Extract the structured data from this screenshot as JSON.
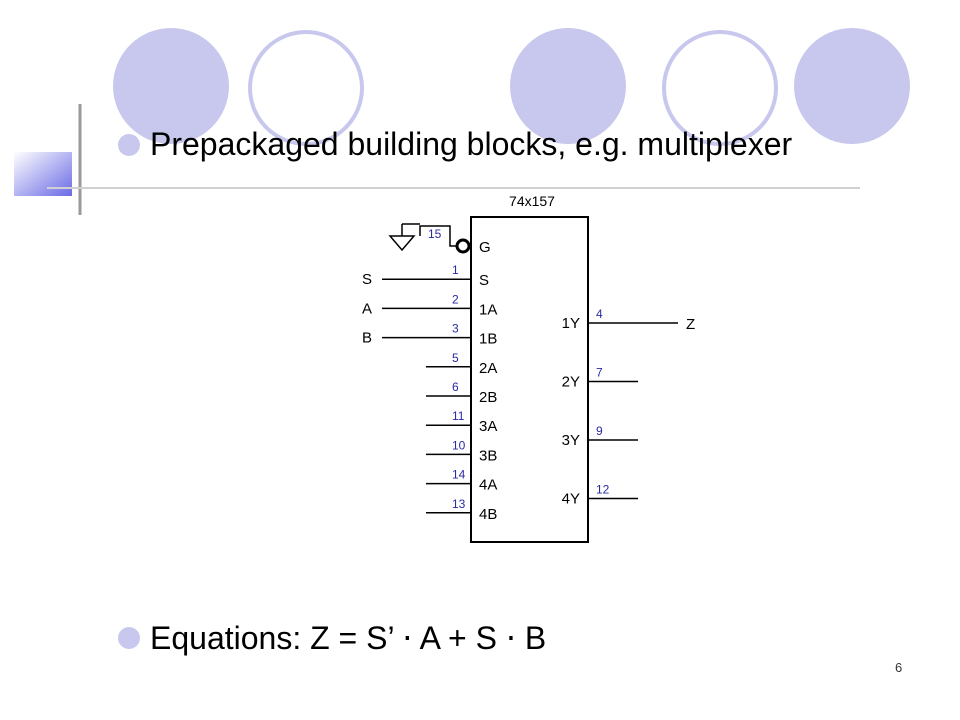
{
  "slide": {
    "bullets": [
      "Prepackaged building blocks, e.g. multiplexer",
      "Equations:  Z = S’ ⋅ A + S ⋅ B"
    ],
    "page_number": "6"
  },
  "chip": {
    "name": "74x157",
    "left_pins": [
      {
        "num": "15",
        "label": "G",
        "signal": ""
      },
      {
        "num": "1",
        "label": "S",
        "signal": "S"
      },
      {
        "num": "2",
        "label": "1A",
        "signal": "A"
      },
      {
        "num": "3",
        "label": "1B",
        "signal": "B"
      },
      {
        "num": "5",
        "label": "2A",
        "signal": ""
      },
      {
        "num": "6",
        "label": "2B",
        "signal": ""
      },
      {
        "num": "11",
        "label": "3A",
        "signal": ""
      },
      {
        "num": "10",
        "label": "3B",
        "signal": ""
      },
      {
        "num": "14",
        "label": "4A",
        "signal": ""
      },
      {
        "num": "13",
        "label": "4B",
        "signal": ""
      }
    ],
    "right_pins": [
      {
        "num": "4",
        "label": "1Y",
        "signal": "Z"
      },
      {
        "num": "7",
        "label": "2Y",
        "signal": ""
      },
      {
        "num": "9",
        "label": "3Y",
        "signal": ""
      },
      {
        "num": "12",
        "label": "4Y",
        "signal": ""
      }
    ]
  },
  "colors": {
    "circle_fill": "#c8c8ee",
    "circle_outline": "#c8c8ee",
    "pin_number": "#2a2aa0",
    "line": "#000000",
    "accent": "#7070e0"
  }
}
